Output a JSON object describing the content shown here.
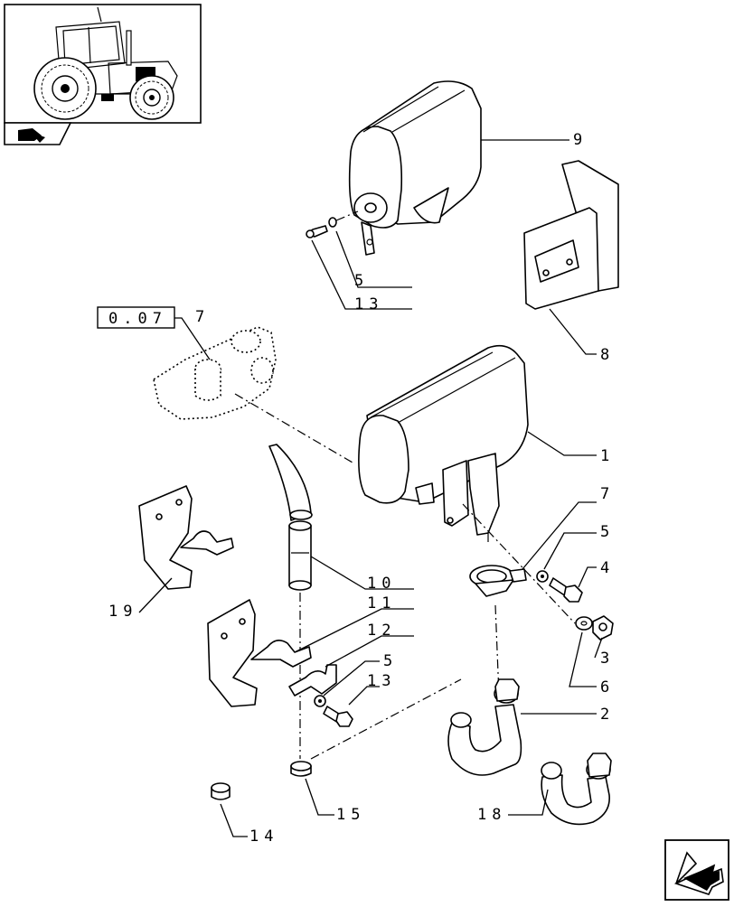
{
  "reference_box": {
    "text": "0.07"
  },
  "callouts": [
    {
      "id": "callout-9",
      "text": "9"
    },
    {
      "id": "callout-5-top",
      "text": "5"
    },
    {
      "id": "callout-13-top",
      "text": "13"
    },
    {
      "id": "callout-8",
      "text": "8"
    },
    {
      "id": "callout-7-ref",
      "text": "7"
    },
    {
      "id": "callout-1",
      "text": "1"
    },
    {
      "id": "callout-7",
      "text": "7"
    },
    {
      "id": "callout-5-mid",
      "text": "5"
    },
    {
      "id": "callout-4",
      "text": "4"
    },
    {
      "id": "callout-3",
      "text": "3"
    },
    {
      "id": "callout-6",
      "text": "6"
    },
    {
      "id": "callout-2",
      "text": "2"
    },
    {
      "id": "callout-10",
      "text": "10"
    },
    {
      "id": "callout-11",
      "text": "11"
    },
    {
      "id": "callout-12",
      "text": "12"
    },
    {
      "id": "callout-5-low",
      "text": "5"
    },
    {
      "id": "callout-13-low",
      "text": "13"
    },
    {
      "id": "callout-19",
      "text": "19"
    },
    {
      "id": "callout-15",
      "text": "15"
    },
    {
      "id": "callout-14",
      "text": "14"
    },
    {
      "id": "callout-18",
      "text": "18"
    }
  ],
  "icons": {
    "thumbnail": "tractor-thumbnail-icon",
    "section": "section-flag-icon",
    "navigation": "next-page-arrow-icon"
  }
}
